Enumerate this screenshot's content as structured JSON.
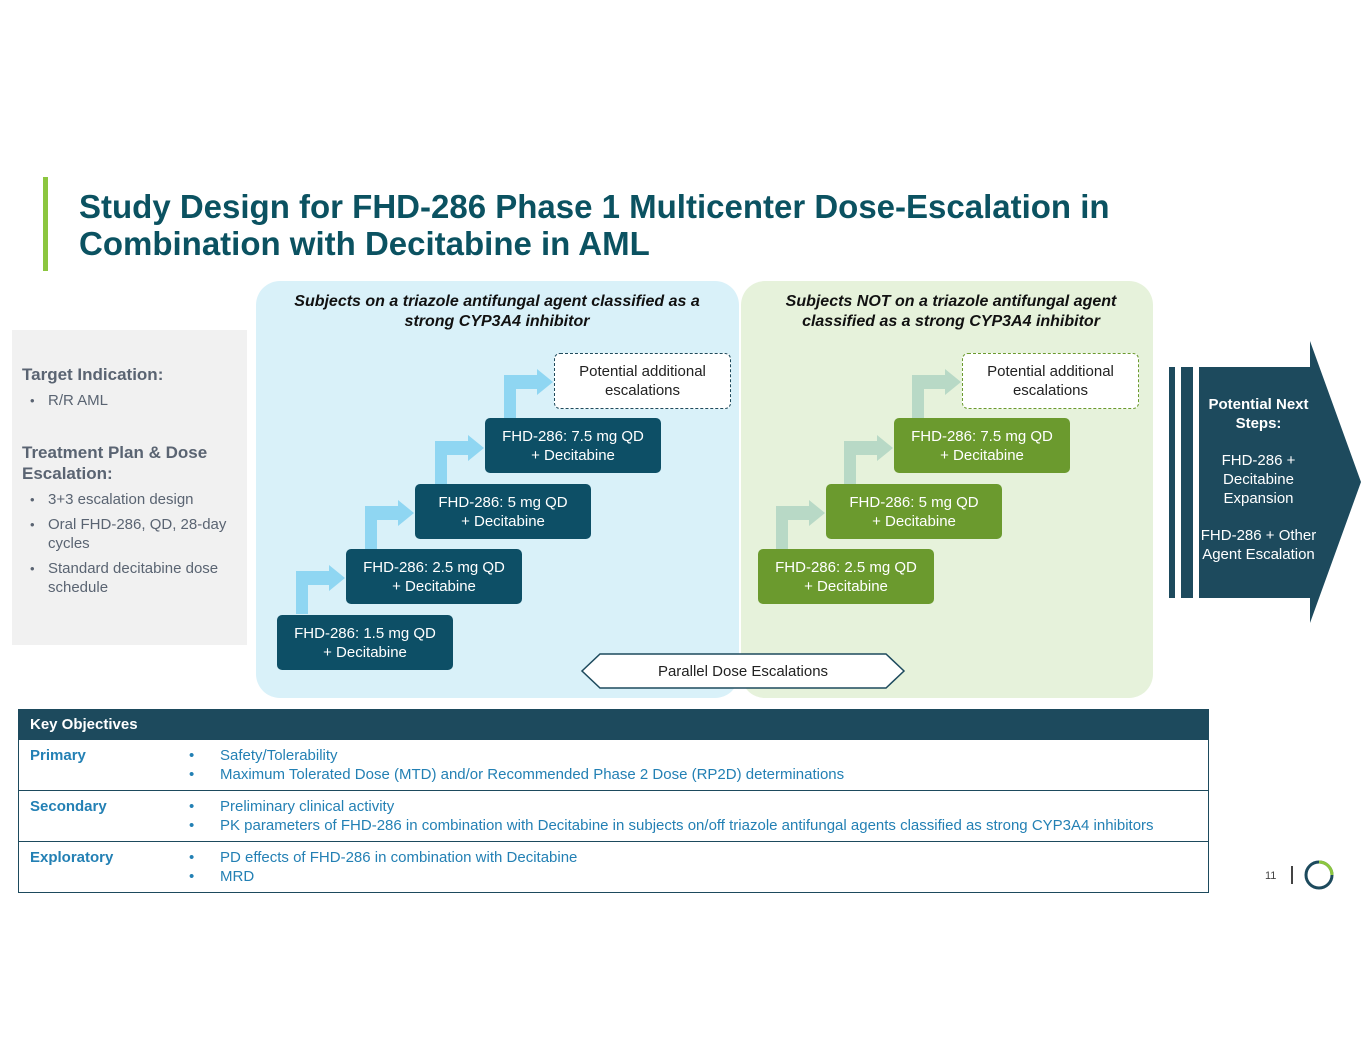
{
  "title": "Study Design for FHD-286 Phase 1 Multicenter Dose-Escalation in Combination with Decitabine in AML",
  "colors": {
    "accent_green": "#8cc63f",
    "navy": "#0d4f66",
    "olive": "#6b9a2e",
    "light_blue": "#d9f1f9",
    "light_green": "#e6f2db",
    "arrow_blue": "#8fd6f2",
    "arrow_green": "#b8d9c6"
  },
  "side": {
    "target_heading": "Target Indication:",
    "target_items": [
      "R/R AML"
    ],
    "plan_heading": "Treatment Plan & Dose Escalation:",
    "plan_items": [
      "3+3 escalation design",
      "Oral FHD-286, QD, 28-day cycles",
      "Standard decitabine dose schedule"
    ]
  },
  "blue_arm": {
    "heading": "Subjects on a triazole antifungal agent classified as a strong CYP3A4 inhibitor",
    "steps": [
      "FHD-286: 1.5 mg QD\n+ Decitabine",
      "FHD-286: 2.5 mg QD\n+ Decitabine",
      "FHD-286: 5 mg QD\n+ Decitabine",
      "FHD-286: 7.5 mg QD\n+ Decitabine"
    ],
    "potential": "Potential additional escalations"
  },
  "green_arm": {
    "heading": "Subjects NOT on a triazole antifungal agent classified as a strong CYP3A4 inhibitor",
    "steps": [
      "FHD-286: 2.5 mg QD\n+ Decitabine",
      "FHD-286: 5 mg QD\n+ Decitabine",
      "FHD-286: 7.5 mg QD\n+ Decitabine"
    ],
    "potential": "Potential additional escalations"
  },
  "parallel_label": "Parallel Dose Escalations",
  "next_steps": {
    "title": "Potential Next Steps:",
    "items": [
      "FHD-286 + Decitabine Expansion",
      "FHD-286 + Other Agent Escalation"
    ]
  },
  "objectives": {
    "header": "Key Objectives",
    "rows": [
      {
        "label": "Primary",
        "items": [
          "Safety/Tolerability",
          "Maximum Tolerated Dose (MTD) and/or Recommended Phase 2 Dose (RP2D) determinations"
        ]
      },
      {
        "label": "Secondary",
        "items": [
          "Preliminary clinical activity",
          "PK parameters of FHD-286 in combination with Decitabine in subjects on/off triazole antifungal agents classified as strong CYP3A4 inhibitors"
        ]
      },
      {
        "label": "Exploratory",
        "items": [
          "PD effects of FHD-286 in combination with Decitabine",
          "MRD"
        ]
      }
    ]
  },
  "page_number": "11"
}
